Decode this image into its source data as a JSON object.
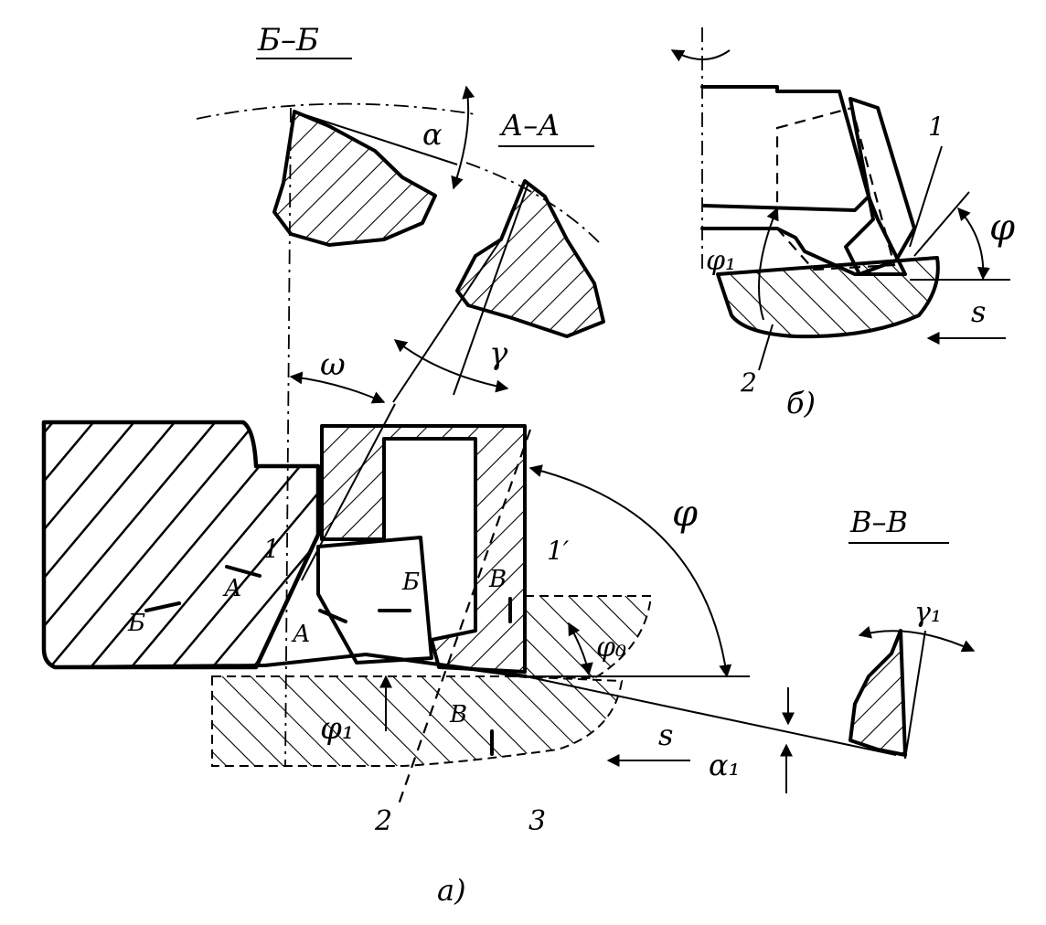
{
  "labels": {
    "section_bb": "Б–Б",
    "section_aa": "А–А",
    "section_vv": "В–В",
    "alpha": "α",
    "gamma": "γ",
    "omega": "ω",
    "phi_main": "φ",
    "phi_b": "φ",
    "phi1_a": "φ₁",
    "phi1_b": "φ₁",
    "phi_o": "φ₀",
    "alpha1": "α₁",
    "gamma1": "γ₁",
    "s_a": "s",
    "s_b": "s",
    "n1_a": "1",
    "n1p_a": "1′",
    "n2_a": "2",
    "n3_a": "3",
    "n1_b": "1",
    "n2_b": "2",
    "cut_b1": "Б",
    "cut_a1": "А",
    "cut_b2": "Б",
    "cut_a2": "А",
    "cut_v1": "В",
    "cut_v2": "В",
    "caption_a": "а)",
    "caption_b": "б)"
  }
}
